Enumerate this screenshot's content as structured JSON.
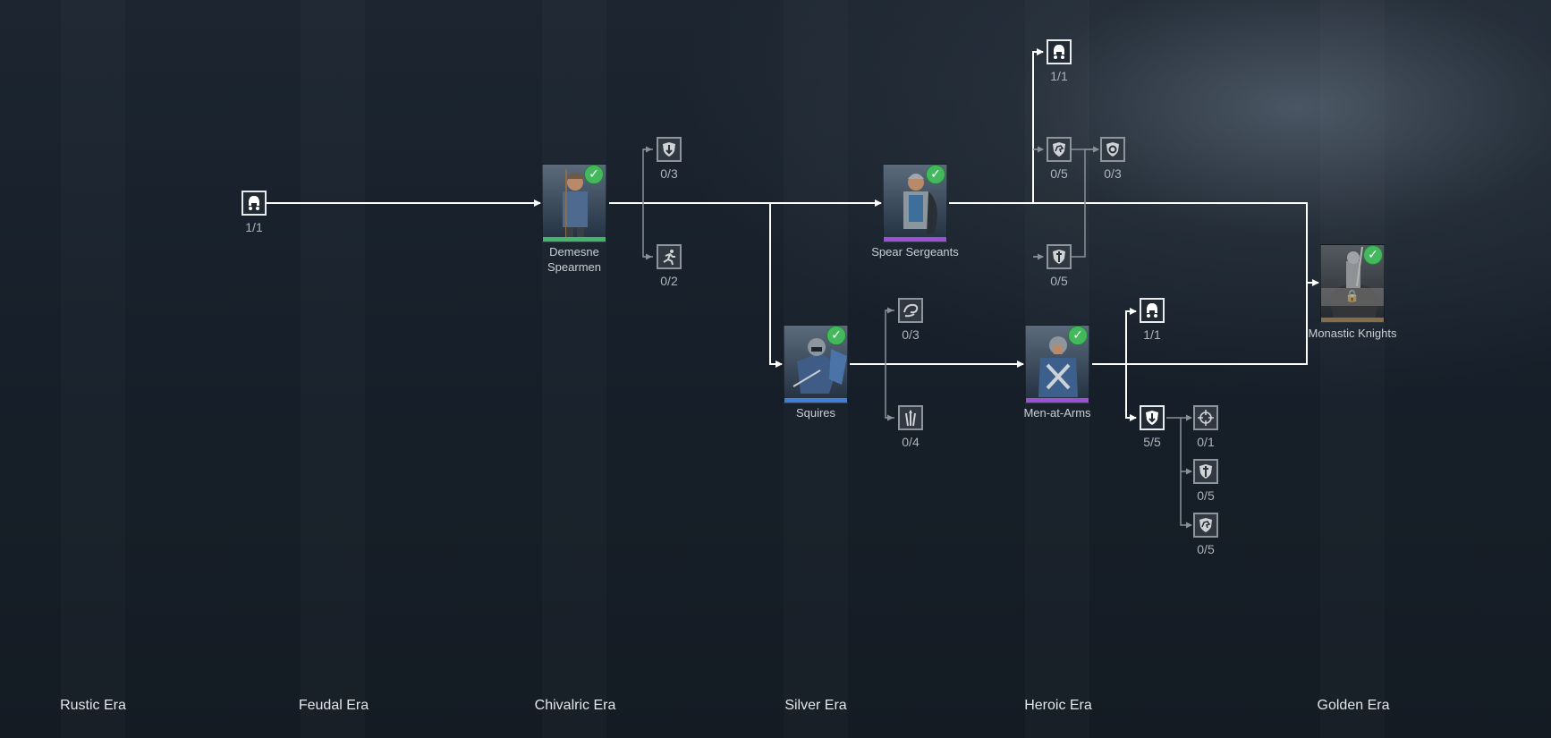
{
  "eras": [
    "Rustic Era",
    "Feudal Era",
    "Chivalric Era",
    "Silver Era",
    "Heroic Era",
    "Golden Era"
  ],
  "units": {
    "demesne": {
      "name": "Demesne Spearmen",
      "researched": true
    },
    "spear_sergeants": {
      "name": "Spear Sergeants",
      "researched": true
    },
    "squires": {
      "name": "Squires",
      "researched": true
    },
    "men_at_arms": {
      "name": "Men-at-Arms",
      "researched": true
    },
    "monastic": {
      "name": "Monastic Knights",
      "researched": true,
      "locked": true
    }
  },
  "perks": {
    "root": {
      "icon": "helmet-icon",
      "progress": "1/1"
    },
    "dem_a": {
      "icon": "shield-arrow-icon",
      "progress": "0/3"
    },
    "dem_b": {
      "icon": "running-man-icon",
      "progress": "0/2"
    },
    "sq_a": {
      "icon": "swirl-icon",
      "progress": "0/3"
    },
    "sq_b": {
      "icon": "spears-icon",
      "progress": "0/4"
    },
    "ss_top": {
      "icon": "helmet-icon",
      "progress": "1/1"
    },
    "ss_mid": {
      "icon": "shield-horse-icon",
      "progress": "0/5"
    },
    "ss_mid2": {
      "icon": "shield-ring-icon",
      "progress": "0/3"
    },
    "ss_bot": {
      "icon": "shield-sword-icon",
      "progress": "0/5"
    },
    "maa_top": {
      "icon": "helmet-icon",
      "progress": "1/1"
    },
    "maa_mid": {
      "icon": "shield-arrow-icon",
      "progress": "5/5"
    },
    "maa_c1": {
      "icon": "crosshair-icon",
      "progress": "0/1"
    },
    "maa_c2": {
      "icon": "shield-sword-icon",
      "progress": "0/5"
    },
    "maa_c3": {
      "icon": "shield-horse-icon",
      "progress": "0/5"
    }
  },
  "colors": {
    "common": "#3fb86a",
    "rare": "#3f7fd8",
    "epic": "#9e4fd8",
    "legendary": "#c27a25",
    "researched_check": "#43b85c"
  }
}
